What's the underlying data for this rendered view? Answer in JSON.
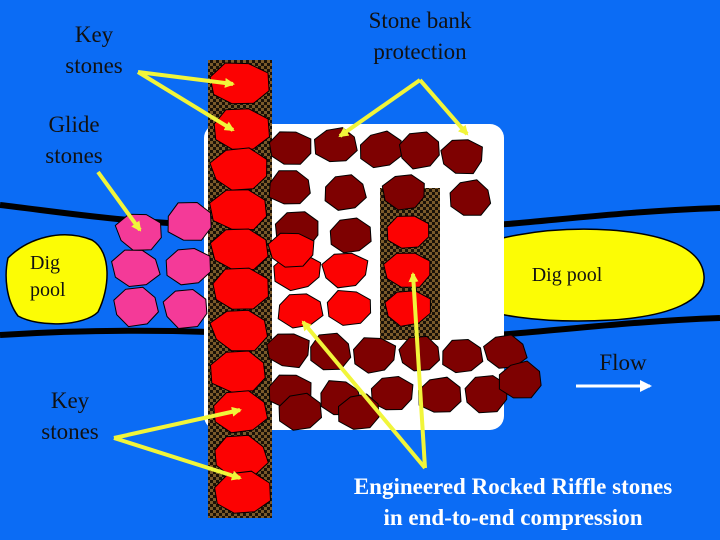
{
  "colors": {
    "background": "#0b6cf5",
    "dig_pool": "#fcfc05",
    "key_stone": "#fc0202",
    "glide_stone": "#f43a98",
    "bank_stone": "#7e0101",
    "arrow": "#f1f53a"
  },
  "labels": {
    "key_stones_top": {
      "line1": "Key",
      "line2": "stones"
    },
    "stone_bank": {
      "line1": "Stone bank",
      "line2": "protection"
    },
    "glide_stones": {
      "line1": "Glide",
      "line2": "stones"
    },
    "dig_pool_left": {
      "line1": "Dig",
      "line2": "pool"
    },
    "dig_pool_right": "Dig pool",
    "flow": "Flow",
    "key_stones_bottom": {
      "line1": "Key",
      "line2": "stones"
    },
    "riffle": {
      "line1": "Engineered Rocked Riffle stones",
      "line2": "in end-to-end compression"
    }
  }
}
